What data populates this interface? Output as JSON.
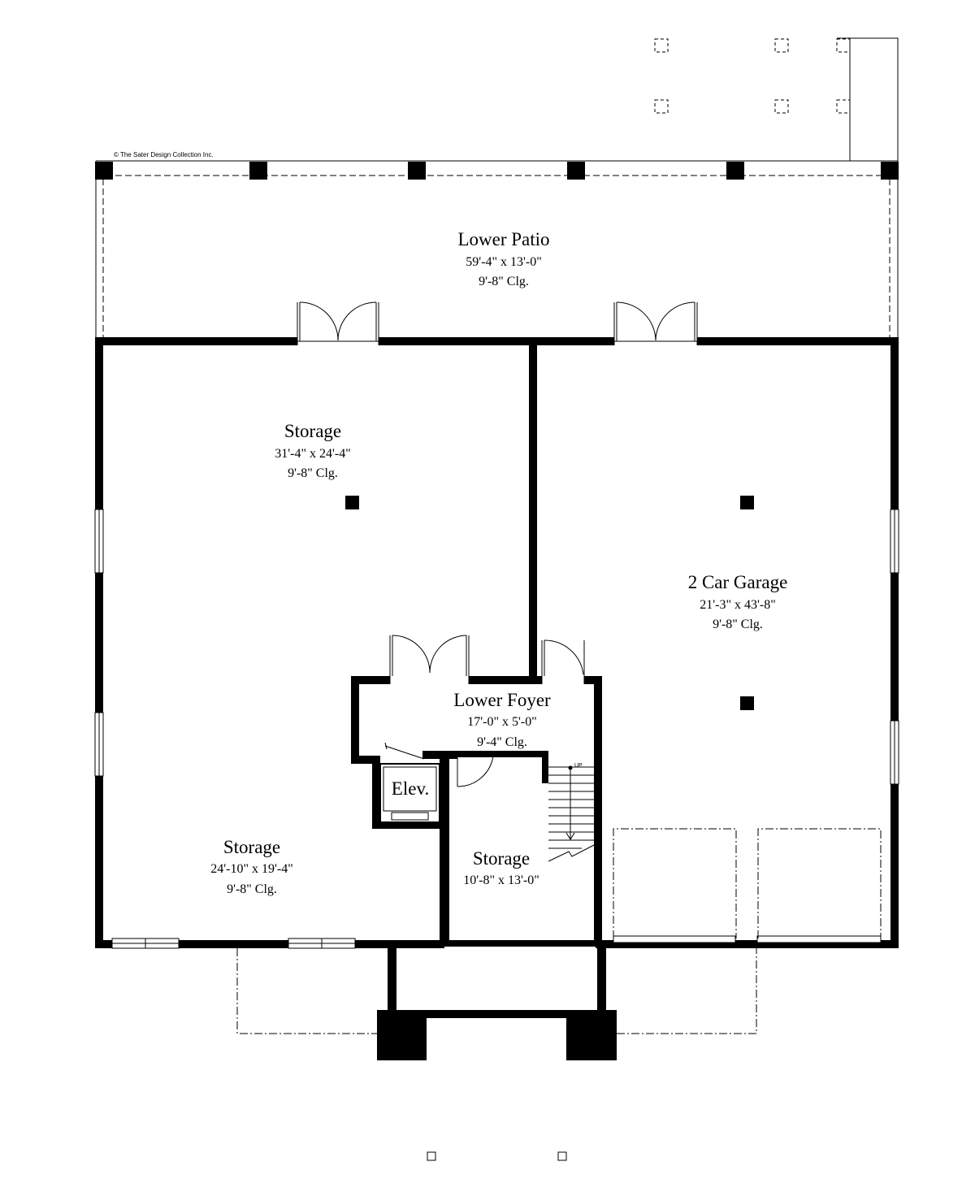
{
  "copyright": "© The Sater Design Collection Inc.",
  "rooms": {
    "lower_patio": {
      "name": "Lower Patio",
      "dims": "59'-4\" x 13'-0\"",
      "ceiling": "9'-8\" Clg."
    },
    "storage_main": {
      "name": "Storage",
      "dims": "31'-4\" x 24'-4\"",
      "ceiling": "9'-8\" Clg."
    },
    "garage": {
      "name": "2 Car Garage",
      "dims": "21'-3\" x 43'-8\"",
      "ceiling": "9'-8\" Clg."
    },
    "lower_foyer": {
      "name": "Lower Foyer",
      "dims": "17'-0\" x 5'-0\"",
      "ceiling": "9'-4\" Clg."
    },
    "elevator": {
      "name": "Elev."
    },
    "storage_lower_left": {
      "name": "Storage",
      "dims": "24'-10\" x 19'-4\"",
      "ceiling": "9'-8\" Clg."
    },
    "storage_small": {
      "name": "Storage",
      "dims": "10'-8\" x 13'-0\""
    }
  },
  "stair": {
    "direction_label": "UP"
  }
}
